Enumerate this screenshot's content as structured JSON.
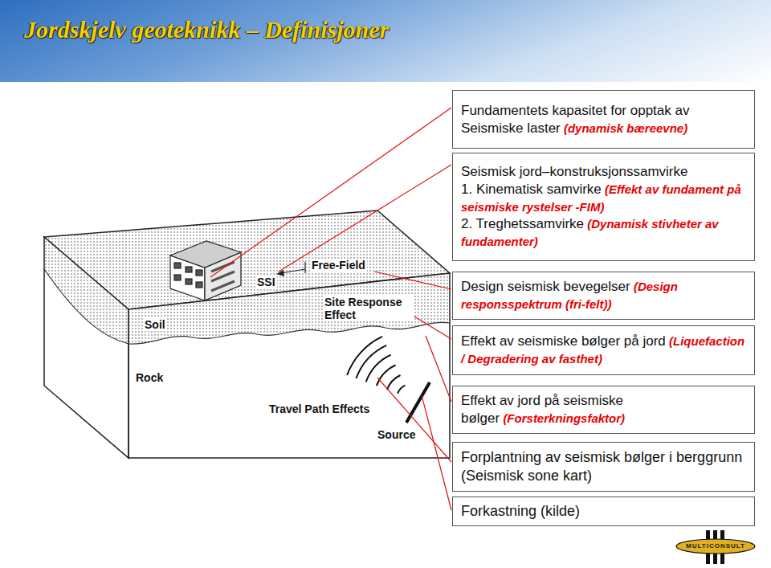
{
  "diagram": {
    "title": "Jordskjelv geoteknikk – Definisjoner",
    "nodes": [
      {
        "text": [
          "Fundamentets kapasitet for opptak av Seismiske laster",
          "(dynamisk bæreevne)"
        ]
      },
      {
        "text": [
          "Seismisk jord–konstruksjonssamvirke",
          "1. Kinematisk samvirke",
          "(Effekt av fundament på seismiske rystelser -FIM)",
          "2. Treghetssamvirke",
          "(Dynamisk stivheter av fundamenter)"
        ]
      },
      {
        "text": [
          "Design seismisk bevegelser",
          "(Design responsspektrum (fri-felt))"
        ]
      },
      {
        "text": [
          "Effekt av seismiske bølger på jord",
          "(Liquefaction / Degradering av fasthet)"
        ]
      },
      {
        "text": [
          "Effekt av jord på seismiske bølger",
          "(Forsterkningsfaktor)"
        ]
      },
      {
        "text": [
          "Forplantning av seismisk bølger i berggrunn (Seismisk sone kart)"
        ]
      },
      {
        "text": [
          "Forkastning (kilde)"
        ]
      }
    ],
    "labels": [
      "Free-Field",
      "SSI",
      "Site Response Effect",
      "Soil",
      "Rock",
      "Travel Path Effects",
      "Source",
      "MULTICONSULT"
    ]
  }
}
